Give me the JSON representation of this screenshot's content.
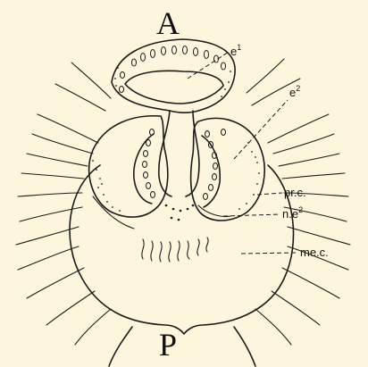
{
  "figure": {
    "anterior_label": "A",
    "posterior_label": "P"
  },
  "labels": {
    "e1": {
      "base": "e",
      "sup": "1"
    },
    "e2": {
      "base": "e",
      "sup": "2"
    },
    "prc": "pr.c.",
    "ne2": {
      "base": "n.e",
      "sup": "2"
    },
    "mec": "me.c."
  }
}
